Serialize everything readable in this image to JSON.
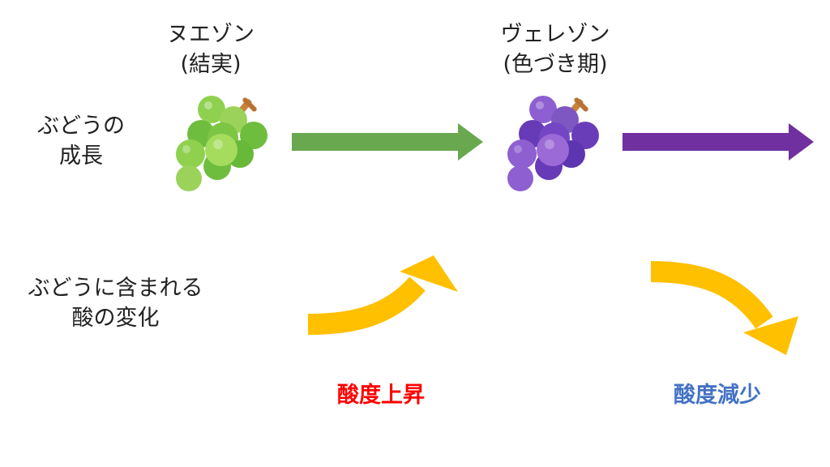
{
  "stages": [
    {
      "name": "ヌエゾン",
      "sub": "(結実)"
    },
    {
      "name": "ヴェレゾン",
      "sub": "(色づき期)"
    }
  ],
  "rows": {
    "growth": [
      "ぶどうの",
      "成長"
    ],
    "acid": [
      "ぶどうに含まれる",
      "酸の変化"
    ]
  },
  "effects": {
    "up": "酸度上昇",
    "down": "酸度減少"
  },
  "colors": {
    "green_arrow": "#6aa84f",
    "purple_arrow": "#7030a0",
    "curve": "#ffc000",
    "effect_up": "#ff0000",
    "effect_down": "#4472c4",
    "green_grape": "#8fd14f",
    "purple_grape": "#7e57c2",
    "stem": "#c8823a"
  },
  "icons": [
    "green-grapes-icon",
    "purple-grapes-icon"
  ]
}
